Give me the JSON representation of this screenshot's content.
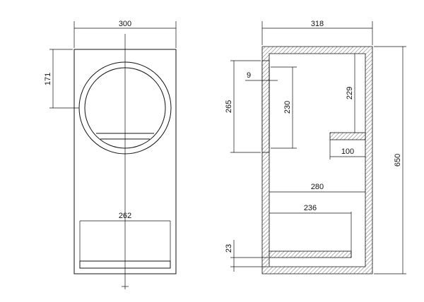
{
  "dimensions": {
    "front_width": "300",
    "circle_offset": "171",
    "port_width": "262",
    "side_depth": "318",
    "side_height": "650",
    "baffle_height": "265",
    "driver_height": "230",
    "flange_thickness": "9",
    "shelf_offset": "229",
    "shelf_length": "100",
    "inner_depth": "280",
    "port_depth": "236",
    "port_gap": "23"
  }
}
